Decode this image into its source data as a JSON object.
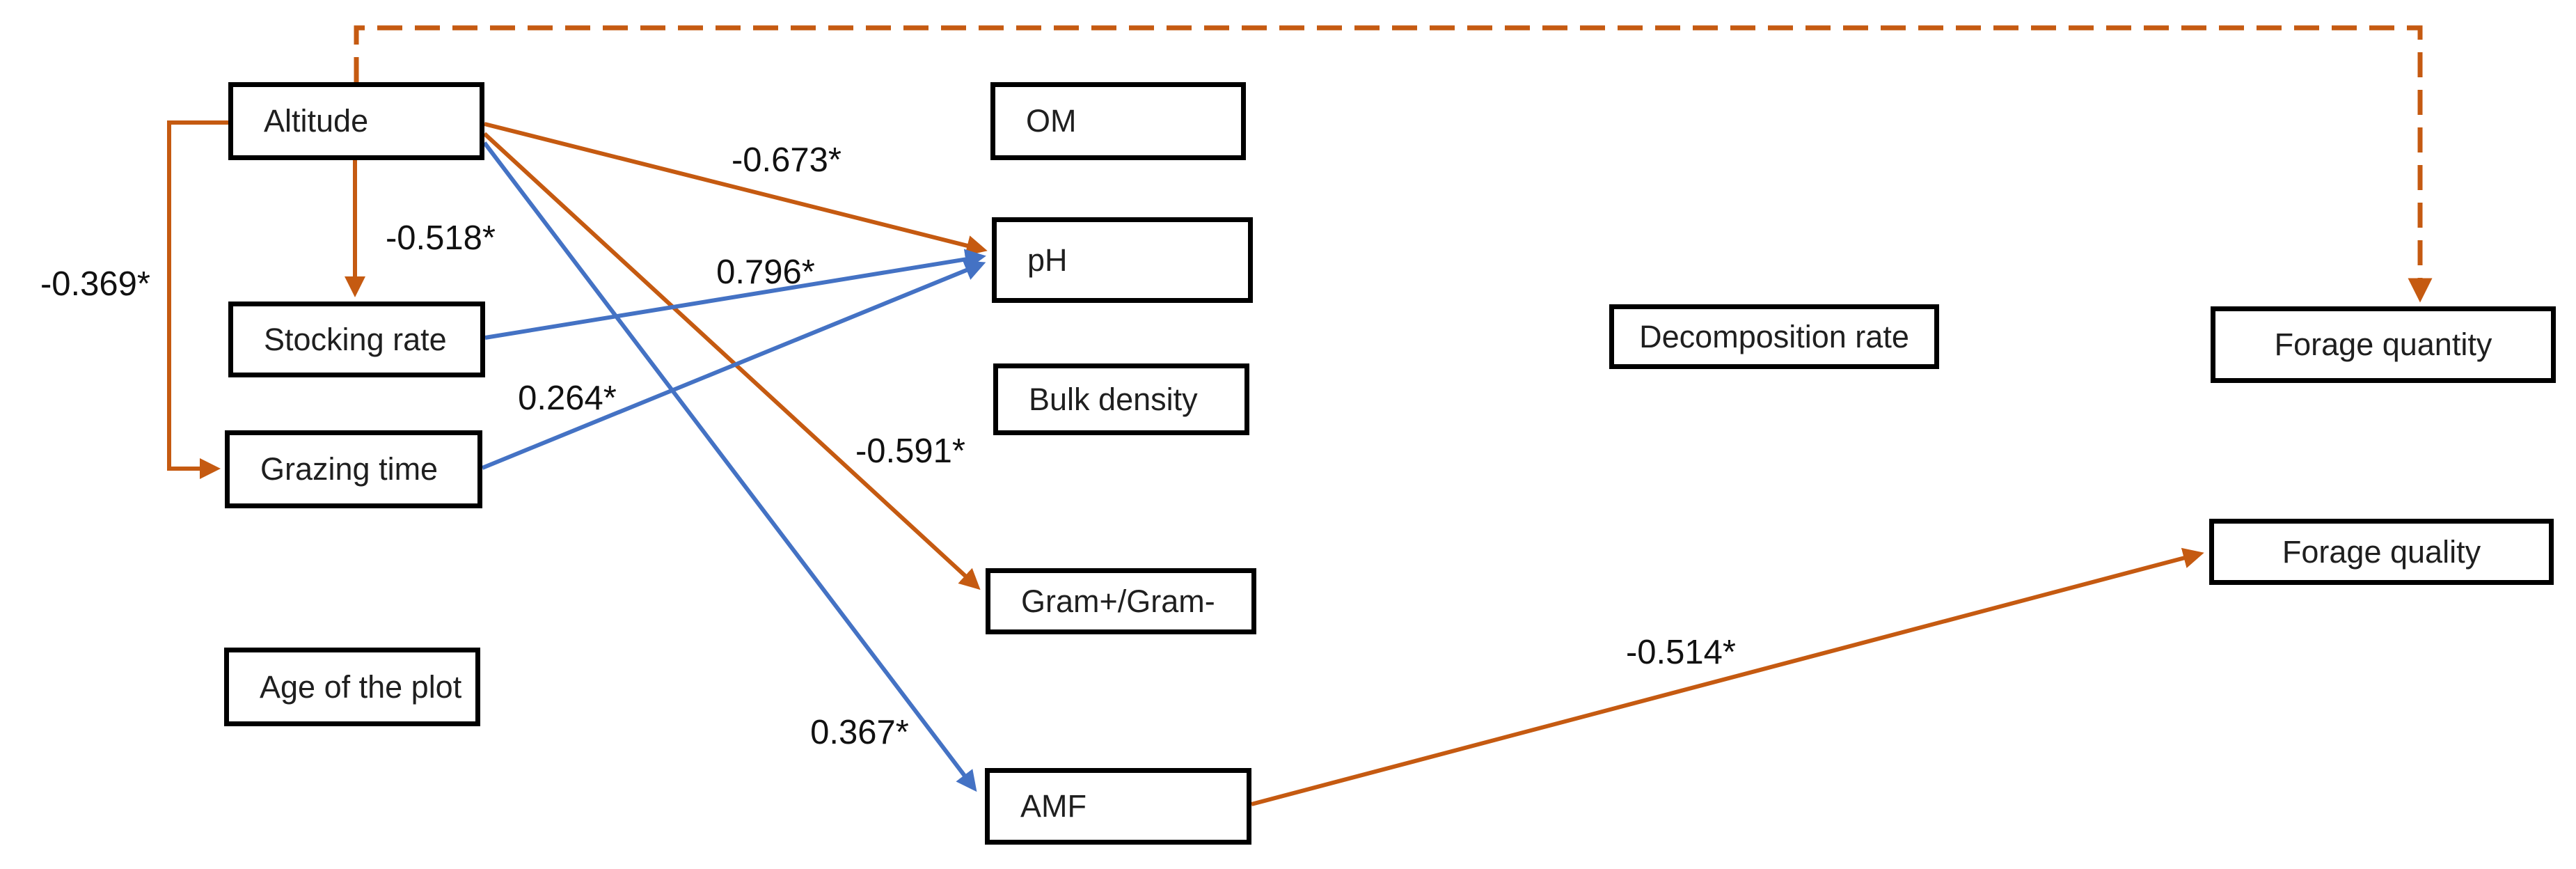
{
  "diagram_type": "path-analysis",
  "boxes": {
    "altitude": {
      "label": "Altitude"
    },
    "stocking_rate": {
      "label": "Stocking rate"
    },
    "grazing_time": {
      "label": "Grazing time"
    },
    "age_of_plot": {
      "label": "Age of the plot"
    },
    "om": {
      "label": "OM"
    },
    "ph": {
      "label": "pH"
    },
    "bulk_density": {
      "label": "Bulk density"
    },
    "gram_ratio": {
      "label": "Gram+/Gram-"
    },
    "amf": {
      "label": "AMF"
    },
    "decomposition_rate": {
      "label": "Decomposition rate"
    },
    "forage_quantity": {
      "label": "Forage quantity"
    },
    "forage_quality": {
      "label": "Forage quality"
    }
  },
  "coefficients": {
    "altitude_grazing_time": "-0.369*",
    "altitude_stocking_rate": "-0.518*",
    "altitude_ph": "-0.673*",
    "stocking_rate_ph": "0.796*",
    "grazing_time_ph": "0.264*",
    "altitude_gram_ratio": "-0.591*",
    "altitude_amf": "0.367*",
    "amf_forage_quality": "-0.514*"
  },
  "edges": [
    {
      "from": "Altitude",
      "to": "Grazing time",
      "coefficient": "-0.369*",
      "color": "orange",
      "style": "solid-elbow"
    },
    {
      "from": "Altitude",
      "to": "Stocking rate",
      "coefficient": "-0.518*",
      "color": "orange",
      "style": "solid"
    },
    {
      "from": "Altitude",
      "to": "pH",
      "coefficient": "-0.673*",
      "color": "orange",
      "style": "solid"
    },
    {
      "from": "Altitude",
      "to": "Gram+/Gram-",
      "coefficient": "-0.591*",
      "color": "orange",
      "style": "solid"
    },
    {
      "from": "Altitude",
      "to": "AMF",
      "coefficient": "0.367*",
      "color": "blue",
      "style": "solid"
    },
    {
      "from": "Altitude",
      "to": "Forage quantity",
      "coefficient": null,
      "color": "orange",
      "style": "dashed-elbow"
    },
    {
      "from": "Stocking rate",
      "to": "pH",
      "coefficient": "0.796*",
      "color": "blue",
      "style": "solid"
    },
    {
      "from": "Grazing time",
      "to": "pH",
      "coefficient": "0.264*",
      "color": "blue",
      "style": "solid"
    },
    {
      "from": "AMF",
      "to": "Forage quality",
      "coefficient": "-0.514*",
      "color": "orange",
      "style": "solid"
    }
  ],
  "colors": {
    "negative_orange": "#C55A11",
    "positive_blue": "#4472C4",
    "box_border": "#000000",
    "text": "#1F1F1F"
  }
}
